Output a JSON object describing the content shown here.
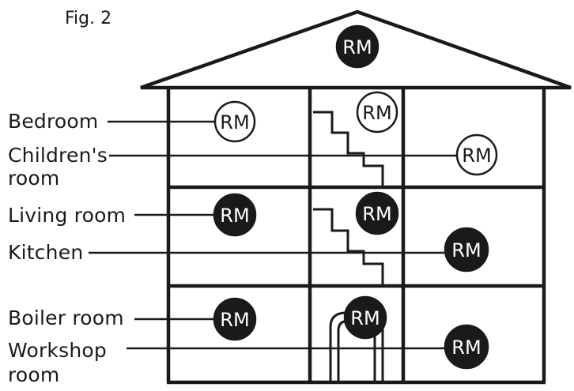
{
  "figure_label": "Fig. 2",
  "marker_text": "RM",
  "colors": {
    "stroke": "#1a1a1a",
    "filled_marker": "#1a1a1a",
    "empty_marker_fill": "#ffffff",
    "marker_text_on_dark": "#ffffff"
  },
  "labels": {
    "bedroom": "Bedroom",
    "childrens_1": "Children's",
    "childrens_2": "room",
    "living": "Living room",
    "kitchen": "Kitchen",
    "boiler": "Boiler room",
    "workshop_1": "Workshop",
    "workshop_2": "room"
  },
  "smoke_alarms": [
    {
      "location": "attic",
      "style": "filled"
    },
    {
      "location": "bedroom",
      "style": "outline"
    },
    {
      "location": "upper-stairwell",
      "style": "outline"
    },
    {
      "location": "childrens-room",
      "style": "outline"
    },
    {
      "location": "living-room",
      "style": "filled"
    },
    {
      "location": "middle-stairwell",
      "style": "filled"
    },
    {
      "location": "kitchen",
      "style": "filled"
    },
    {
      "location": "boiler-room",
      "style": "filled"
    },
    {
      "location": "basement-stairwell",
      "style": "filled"
    },
    {
      "location": "workshop",
      "style": "filled"
    }
  ]
}
